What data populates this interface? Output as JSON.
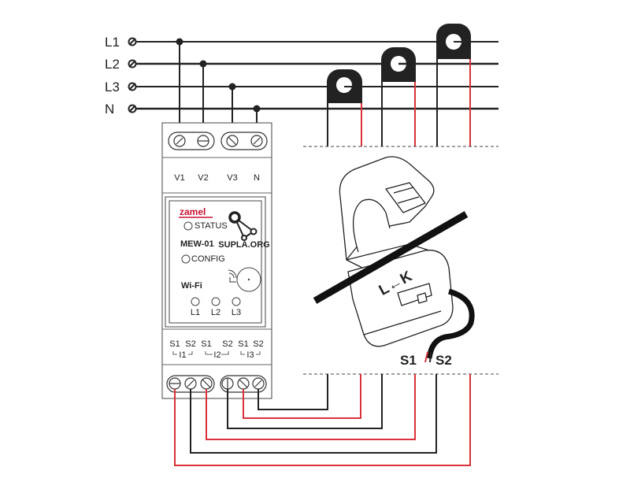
{
  "supply": {
    "lines": [
      "L1",
      "L2",
      "L3",
      "N"
    ]
  },
  "module": {
    "brand": "zamel",
    "model": "MEW-01",
    "status_label": "STATUS",
    "config_label": "CONFIG",
    "wifi_label": "Wi-Fi",
    "logo_text": "SUPLA.ORG",
    "voltage_terminals": [
      "V1",
      "V2",
      "V3",
      "N"
    ],
    "phase_leds": [
      "L1",
      "L2",
      "L3"
    ],
    "current_terminals": [
      "S1",
      "S2",
      "S1",
      "S2",
      "S1",
      "S2"
    ],
    "current_groups": [
      "I1",
      "I2",
      "I3"
    ]
  },
  "clamp": {
    "direction_label": "L←K",
    "lead_labels": [
      "S1",
      "S2"
    ]
  },
  "colors": {
    "wire_black": "#222222",
    "wire_red": "#d9323a",
    "brand_red": "#c8102e"
  }
}
